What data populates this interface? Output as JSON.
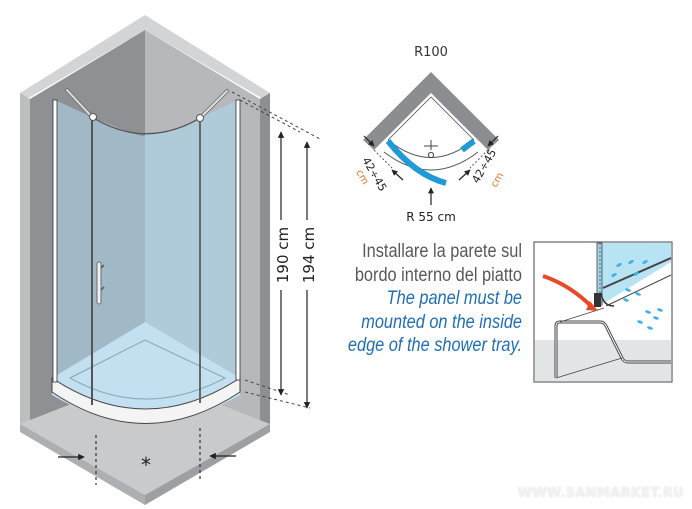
{
  "plan_view": {
    "model": "R100",
    "radius_label": "R 55 cm",
    "side_range_left": "42÷45",
    "side_range_right": "42÷45",
    "side_unit": "cm"
  },
  "dimensions": {
    "height_inner": "190 cm",
    "height_outer": "194 cm",
    "tray_marker": "*"
  },
  "installation_note": {
    "italian_line1": "Installare la parete sul",
    "italian_line2": "bordo interno del piatto",
    "english_line1": "The panel must be",
    "english_line2": "mounted on the inside",
    "english_line3": "edge of the shower tray."
  },
  "colors": {
    "accent_blue": "#1f9ad6",
    "text_blue": "#1f6eb5",
    "arrow_red": "#e8492b",
    "wall_gray": "#9a9b9e",
    "glass": "#a9c5d3"
  },
  "watermark": "WWW.SANMARKET.RU"
}
